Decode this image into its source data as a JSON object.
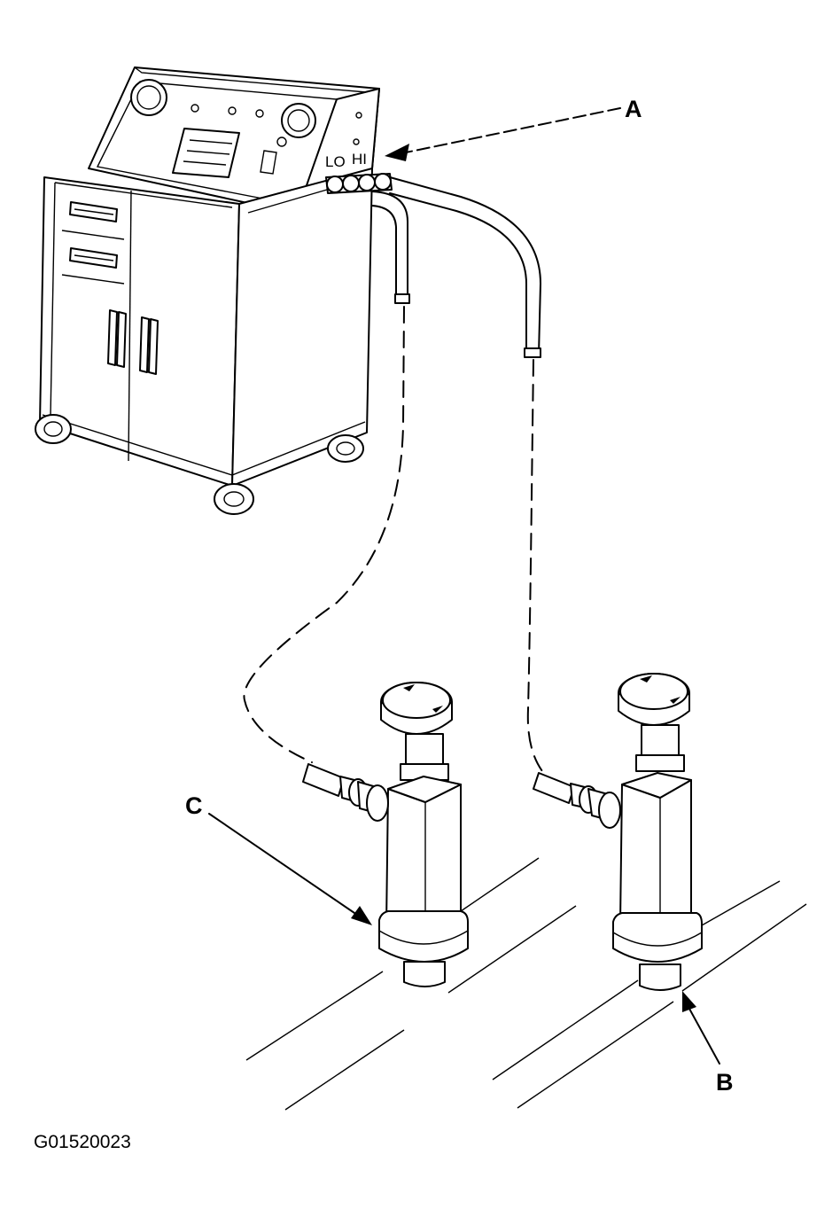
{
  "callouts": {
    "a": "A",
    "b": "B",
    "c": "C"
  },
  "ports": {
    "lo": "LO",
    "hi": "HI"
  },
  "figure_id": "G01520023",
  "icons": {
    "charging_station": "ac-recovery-charging-station",
    "service_valve": "service-valve-adapter"
  },
  "colors": {
    "ink": "#000000",
    "paper": "#ffffff"
  }
}
